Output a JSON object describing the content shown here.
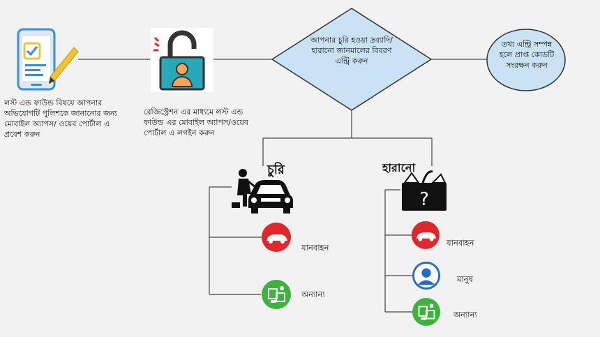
{
  "step_phone": {
    "text": "লস্ট এন্ড ফাউন্ড বিষয়ে  আপনার অভিযোগটি পুলিশকে জানানোর জন্য মোবাইল অ্যাপস/ ওয়েব পোর্টাল এ প্রবেশ করুন"
  },
  "step_login": {
    "text": "রেজিস্ট্রেশন এর মাধ্যমে লস্ট এন্ড ফাউন্ড এর মোবাইল অ্যাপস/ওয়েব পোর্টাল এ লগইন করুন"
  },
  "decision": {
    "text": "আপনার চুরি হওয়া দ্রব্যাদি/হারানো জানমালের বিবরণ এন্ট্রি করুন"
  },
  "final": {
    "text": "তথ্য এন্ট্রি সম্পন্ন হলে প্রাপ্ত কোডটি সংরক্ষন করুন"
  },
  "theft": {
    "title": "চুরি",
    "items": [
      {
        "label": "যানবাহন",
        "icon": "car-icon"
      },
      {
        "label": "অন্যান্য",
        "icon": "items-icon"
      }
    ]
  },
  "lost": {
    "title": "হারানো",
    "items": [
      {
        "label": "যানবাহন",
        "icon": "car-icon"
      },
      {
        "label": "মানুষ",
        "icon": "person-icon"
      },
      {
        "label": "অন্যান্য",
        "icon": "items-icon"
      }
    ]
  },
  "colors": {
    "decision_fill": "#c9e3f4",
    "red_icon": "#e0272b",
    "green_icon": "#3cb43c",
    "blue_icon": "#1e6fc1",
    "lock_teal": "#27a9b8",
    "phone_blue": "#3a8fd8"
  }
}
